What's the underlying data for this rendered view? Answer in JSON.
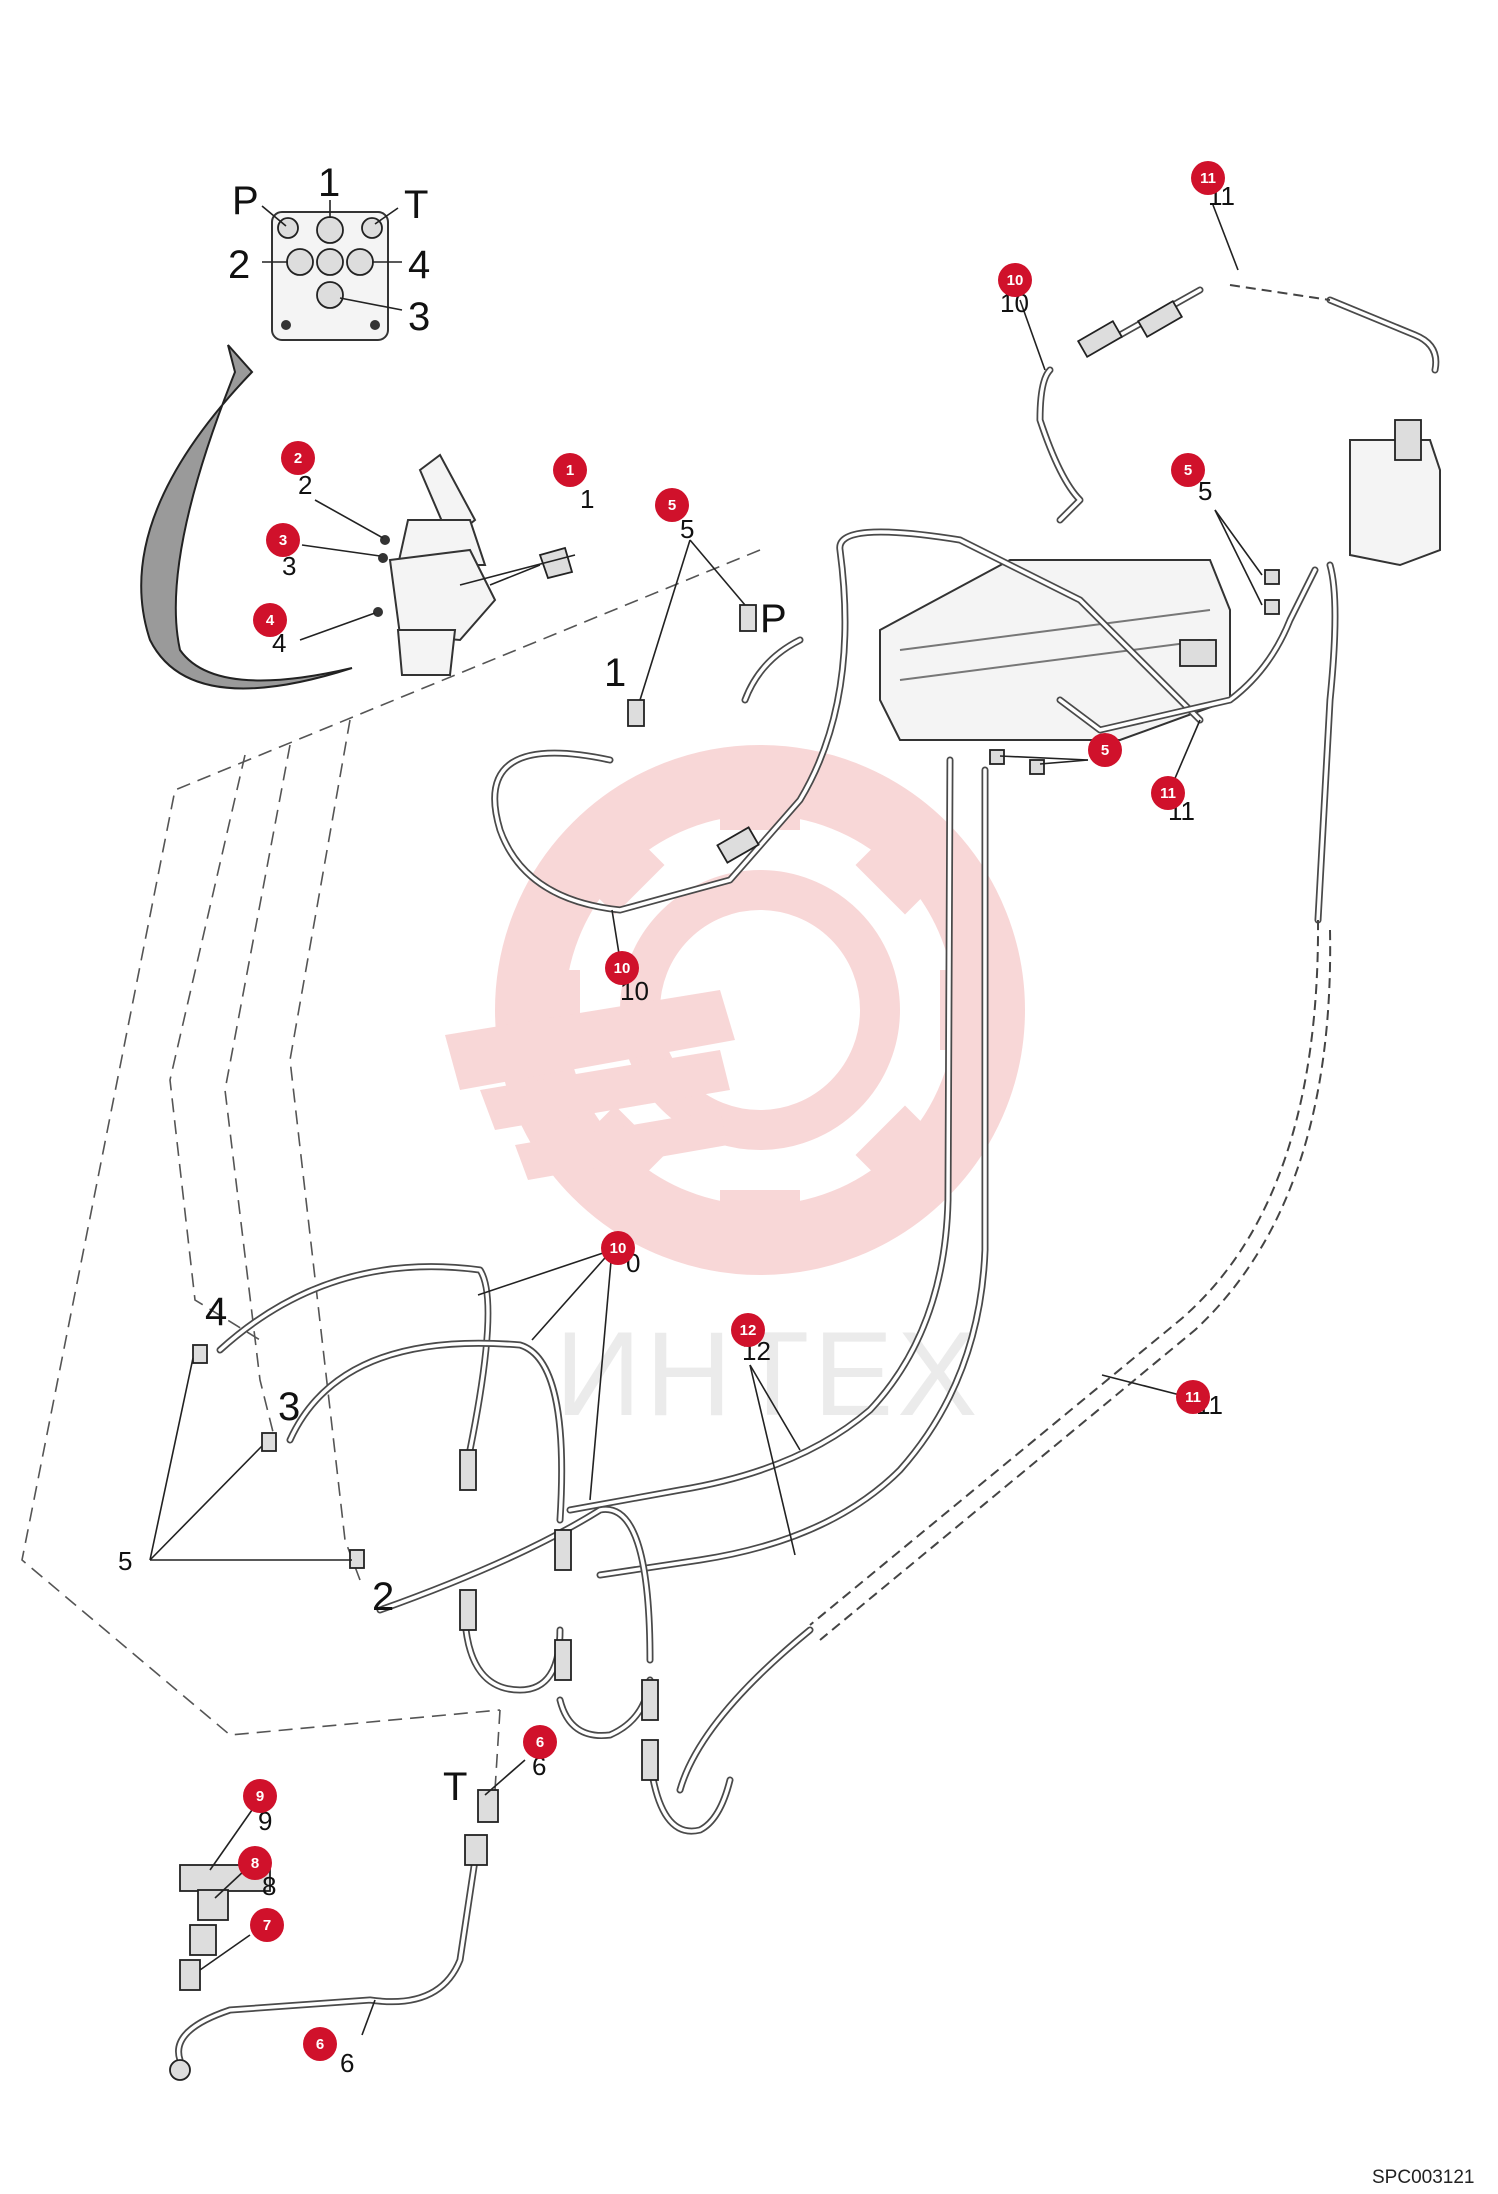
{
  "diagram": {
    "watermark_text": "ИНТЕХ",
    "ref_code": "SPC003121",
    "ports": {
      "P": "P",
      "T": "T",
      "one": "1",
      "two": "2",
      "three": "3",
      "four": "4",
      "one_top": "1",
      "two_top": "2",
      "three_top": "3",
      "four_top": "4",
      "P_top": "P",
      "T_top": "T",
      "P_valve": "P",
      "one_valve": "1",
      "T_low": "T"
    },
    "callouts": [
      {
        "id": "c1",
        "badge": "1",
        "label": "1"
      },
      {
        "id": "c2",
        "badge": "2",
        "label": "2"
      },
      {
        "id": "c3",
        "badge": "3",
        "label": "3"
      },
      {
        "id": "c4",
        "badge": "4",
        "label": "4"
      },
      {
        "id": "c5a",
        "badge": "5",
        "label": "5"
      },
      {
        "id": "c5b",
        "badge": "5",
        "label": "5"
      },
      {
        "id": "c5c",
        "badge": "5",
        "label": ""
      },
      {
        "id": "c5d",
        "badge": "",
        "label": "5"
      },
      {
        "id": "c6a",
        "badge": "6",
        "label": "6"
      },
      {
        "id": "c6b",
        "badge": "6",
        "label": "6"
      },
      {
        "id": "c7",
        "badge": "7",
        "label": ""
      },
      {
        "id": "c8",
        "badge": "8",
        "label": "8"
      },
      {
        "id": "c9",
        "badge": "9",
        "label": "9"
      },
      {
        "id": "c10a",
        "badge": "10",
        "label": "10"
      },
      {
        "id": "c10b",
        "badge": "10",
        "label": "10"
      },
      {
        "id": "c10c",
        "badge": "10",
        "label": "0"
      },
      {
        "id": "c11a",
        "badge": "11",
        "label": "11"
      },
      {
        "id": "c11b",
        "badge": "11",
        "label": "11"
      },
      {
        "id": "c11c",
        "badge": "11",
        "label": "11"
      },
      {
        "id": "c12",
        "badge": "12",
        "label": "12"
      }
    ],
    "badge_color": "#d0112b"
  }
}
